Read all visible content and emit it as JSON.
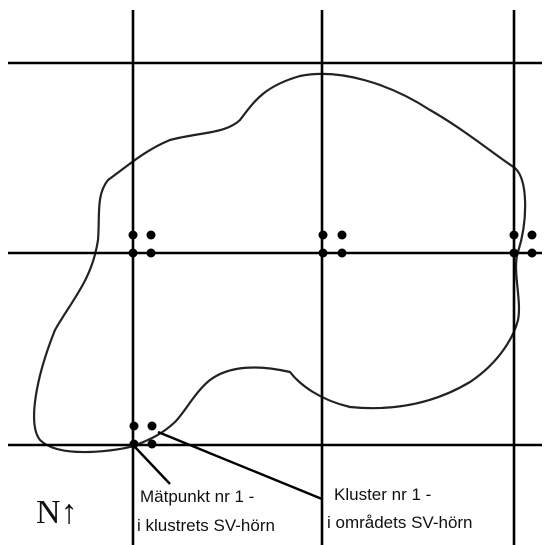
{
  "north_label": "N↑",
  "annotations": {
    "matpunkt": [
      "Mätpunkt nr 1 -",
      "i klustrets SV-hörn"
    ],
    "kluster": [
      "Kluster nr 1 -",
      "i områdets SV-hörn"
    ]
  },
  "colors": {
    "line": "#000000",
    "outline": "#222222",
    "dot": "#000000",
    "background": "#ffffff"
  }
}
